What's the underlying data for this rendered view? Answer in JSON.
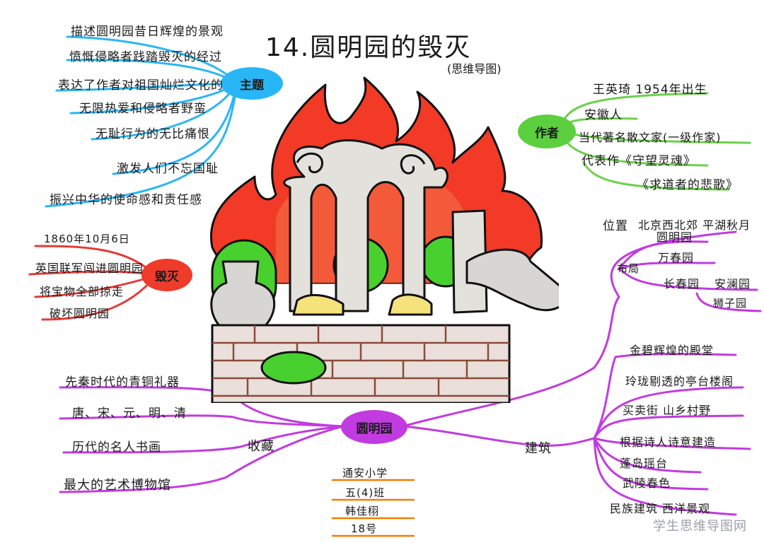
{
  "title": "14.圆明园的毁灭",
  "subtitle": "(思维导图)",
  "center": "圆明园",
  "watermark": "学生思维导图网",
  "colors": {
    "theme_cyan": "#29b6f6",
    "author_green": "#5ccf3f",
    "destroy_red": "#ef3b2a",
    "center_purple": "#c13be0",
    "fire": "#f23a26",
    "bush": "#48d12e"
  },
  "illustration": {
    "name": "ruins-in-flames"
  },
  "theme": {
    "label": "主题",
    "items": [
      "描述圆明园昔日辉煌的景观",
      "愤慨侵略者践踏毁灭的经过",
      "表达了作者对祖国灿烂文化的",
      "无限热爱和侵略者野蛮",
      "无耻行为的无比痛恨",
      "激发人们不忘国耻",
      "振兴中华的使命感和责任感"
    ]
  },
  "author": {
    "label": "作者",
    "items": [
      "王英琦   1954年出生",
      "安徽人",
      "当代著名散文家(一级作家)",
      "代表作《守望灵魂》",
      "《求道者的悲歌》"
    ]
  },
  "destruction": {
    "label": "毁灭",
    "items": [
      "1860年10月6日",
      "英国联军闯进圆明园",
      "将宝物全部掠走",
      "破坏圆明园"
    ]
  },
  "collection": {
    "label": "收藏",
    "items": [
      "先秦时代的青铜礼器",
      "唐、宋、元、明、清",
      "历代的名人书画",
      "最大的艺术博物馆"
    ]
  },
  "location": {
    "label": "位置",
    "value": "北京西北郊  平湖秋月"
  },
  "layout_branch": {
    "label": "布局",
    "items": [
      "圆明园",
      "万春园",
      "长春园",
      "安澜园",
      "狮子园"
    ]
  },
  "architecture": {
    "label": "建筑",
    "items": [
      "金碧辉煌的殿堂",
      "玲珑剔透的亭台楼阁",
      "买卖街  山乡村野",
      "根据诗人诗意建造",
      "蓬岛瑶台",
      "武陵春色",
      "民族建筑  西洋景观"
    ]
  },
  "student": {
    "lines": [
      "通安小学",
      "五(4)班",
      "韩佳栩",
      "18号"
    ]
  }
}
